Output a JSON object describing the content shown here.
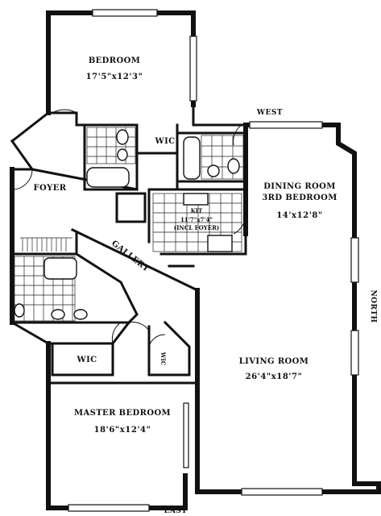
{
  "compass": {
    "west": "WEST",
    "north": "NORTH",
    "east": "EAST"
  },
  "rooms": {
    "bedroom": {
      "name": "BEDROOM",
      "dim": "17'5\"x12'3\""
    },
    "wic_top": {
      "name": "WIC"
    },
    "foyer": {
      "name": "FOYER"
    },
    "dining": {
      "name_line1": "DINING ROOM",
      "name_line2": "3RD BEDROOM",
      "dim": "14'x12'8\""
    },
    "kitchen": {
      "name": "KIT",
      "dim_line1": "11'7\"x7'4\"",
      "dim_line2": "(INCL FOYER)"
    },
    "gallery": {
      "name": "GALLERY"
    },
    "wic_left": {
      "name": "WIC"
    },
    "wic_small": {
      "name": "WIC"
    },
    "living": {
      "name": "LIVING ROOM",
      "dim": "26'4\"x18'7\""
    },
    "master": {
      "name": "MASTER BEDROOM",
      "dim": "18'6\"x12'4\""
    }
  }
}
